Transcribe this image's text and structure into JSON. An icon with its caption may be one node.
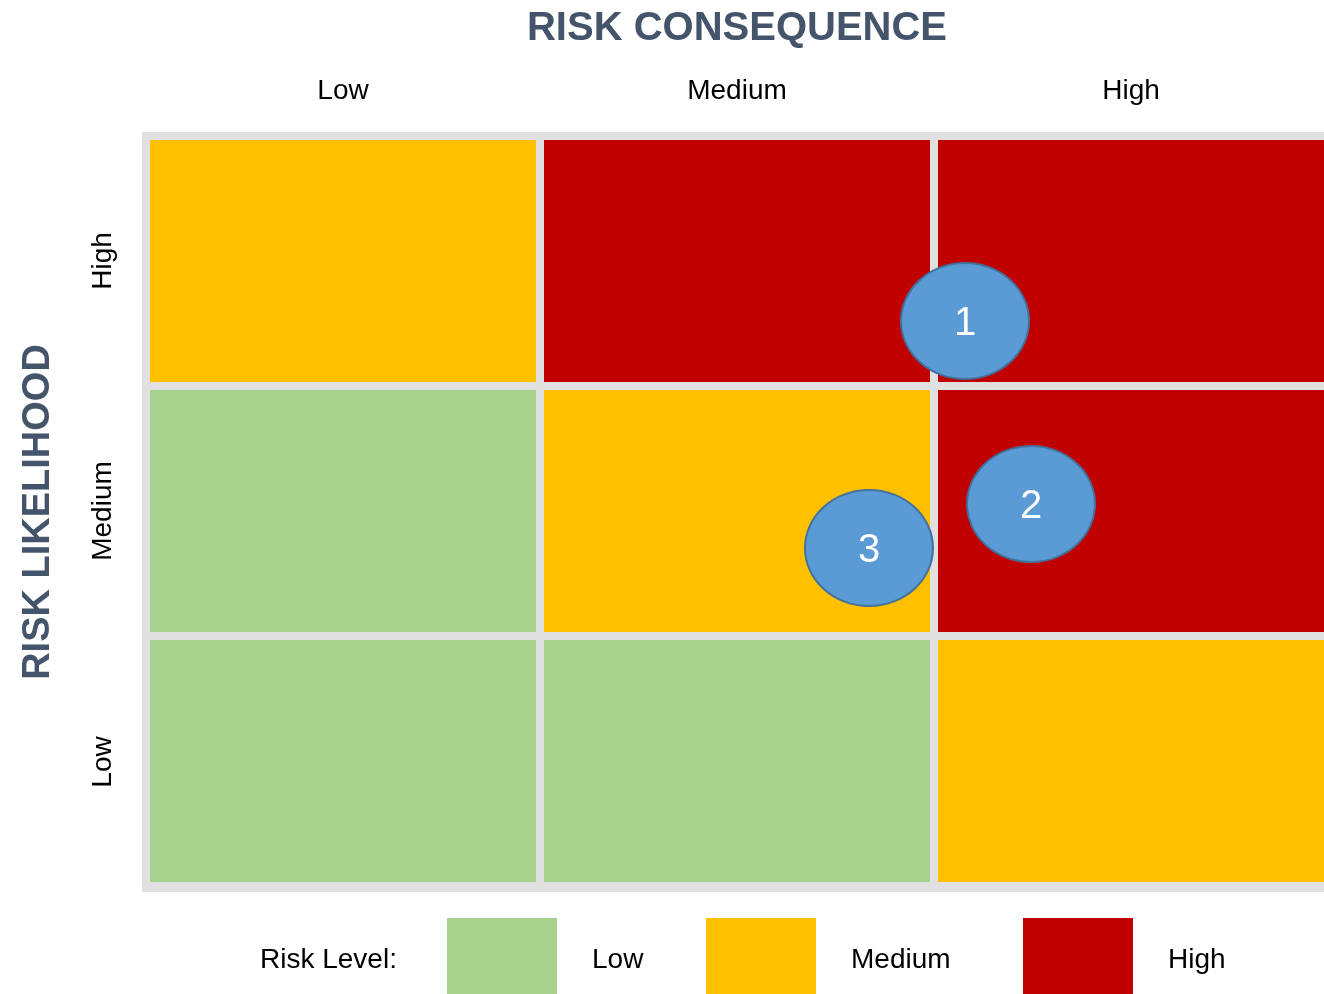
{
  "diagram": {
    "title": "RISK CONSEQUENCE",
    "nodes": [
      {
        "text": [
          "1"
        ]
      },
      {
        "text": [
          "2"
        ]
      },
      {
        "text": [
          "3"
        ]
      }
    ],
    "labels": [
      "Low",
      "Medium",
      "High",
      "RISK LIKELIHOOD",
      "High",
      "Medium",
      "Low",
      "Risk Level:"
    ],
    "legend": [
      {
        "text": "Low",
        "color": "#a9d18e"
      },
      {
        "text": "Medium",
        "color": "#ffc000"
      },
      {
        "text": "High",
        "color": "#c00000"
      }
    ]
  }
}
